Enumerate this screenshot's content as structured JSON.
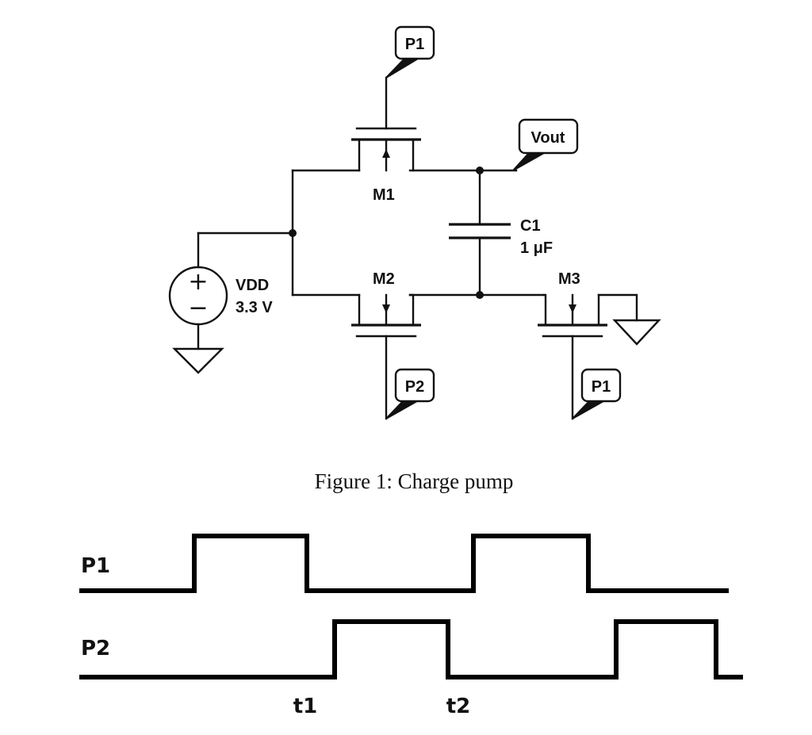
{
  "figure": {
    "caption": "Figure 1: Charge pump"
  },
  "circuit": {
    "transistors": [
      {
        "id": "M1",
        "label": "M1"
      },
      {
        "id": "M2",
        "label": "M2"
      },
      {
        "id": "M3",
        "label": "M3"
      }
    ],
    "capacitor": {
      "label": "C1",
      "value": "1 μF"
    },
    "source": {
      "label": "VDD",
      "value": "3.3 V",
      "plus": "+",
      "minus": "−"
    },
    "net_labels": {
      "m1_gate": "P1",
      "vout": "Vout",
      "m2_gate": "P2",
      "m3_gate": "P1"
    }
  },
  "timing": {
    "signals": [
      {
        "name": "P1",
        "levels": "0 1 0 1 0"
      },
      {
        "name": "P2",
        "levels": "0 1 0 1 0"
      }
    ],
    "time_markers": [
      "t1",
      "t2"
    ]
  }
}
